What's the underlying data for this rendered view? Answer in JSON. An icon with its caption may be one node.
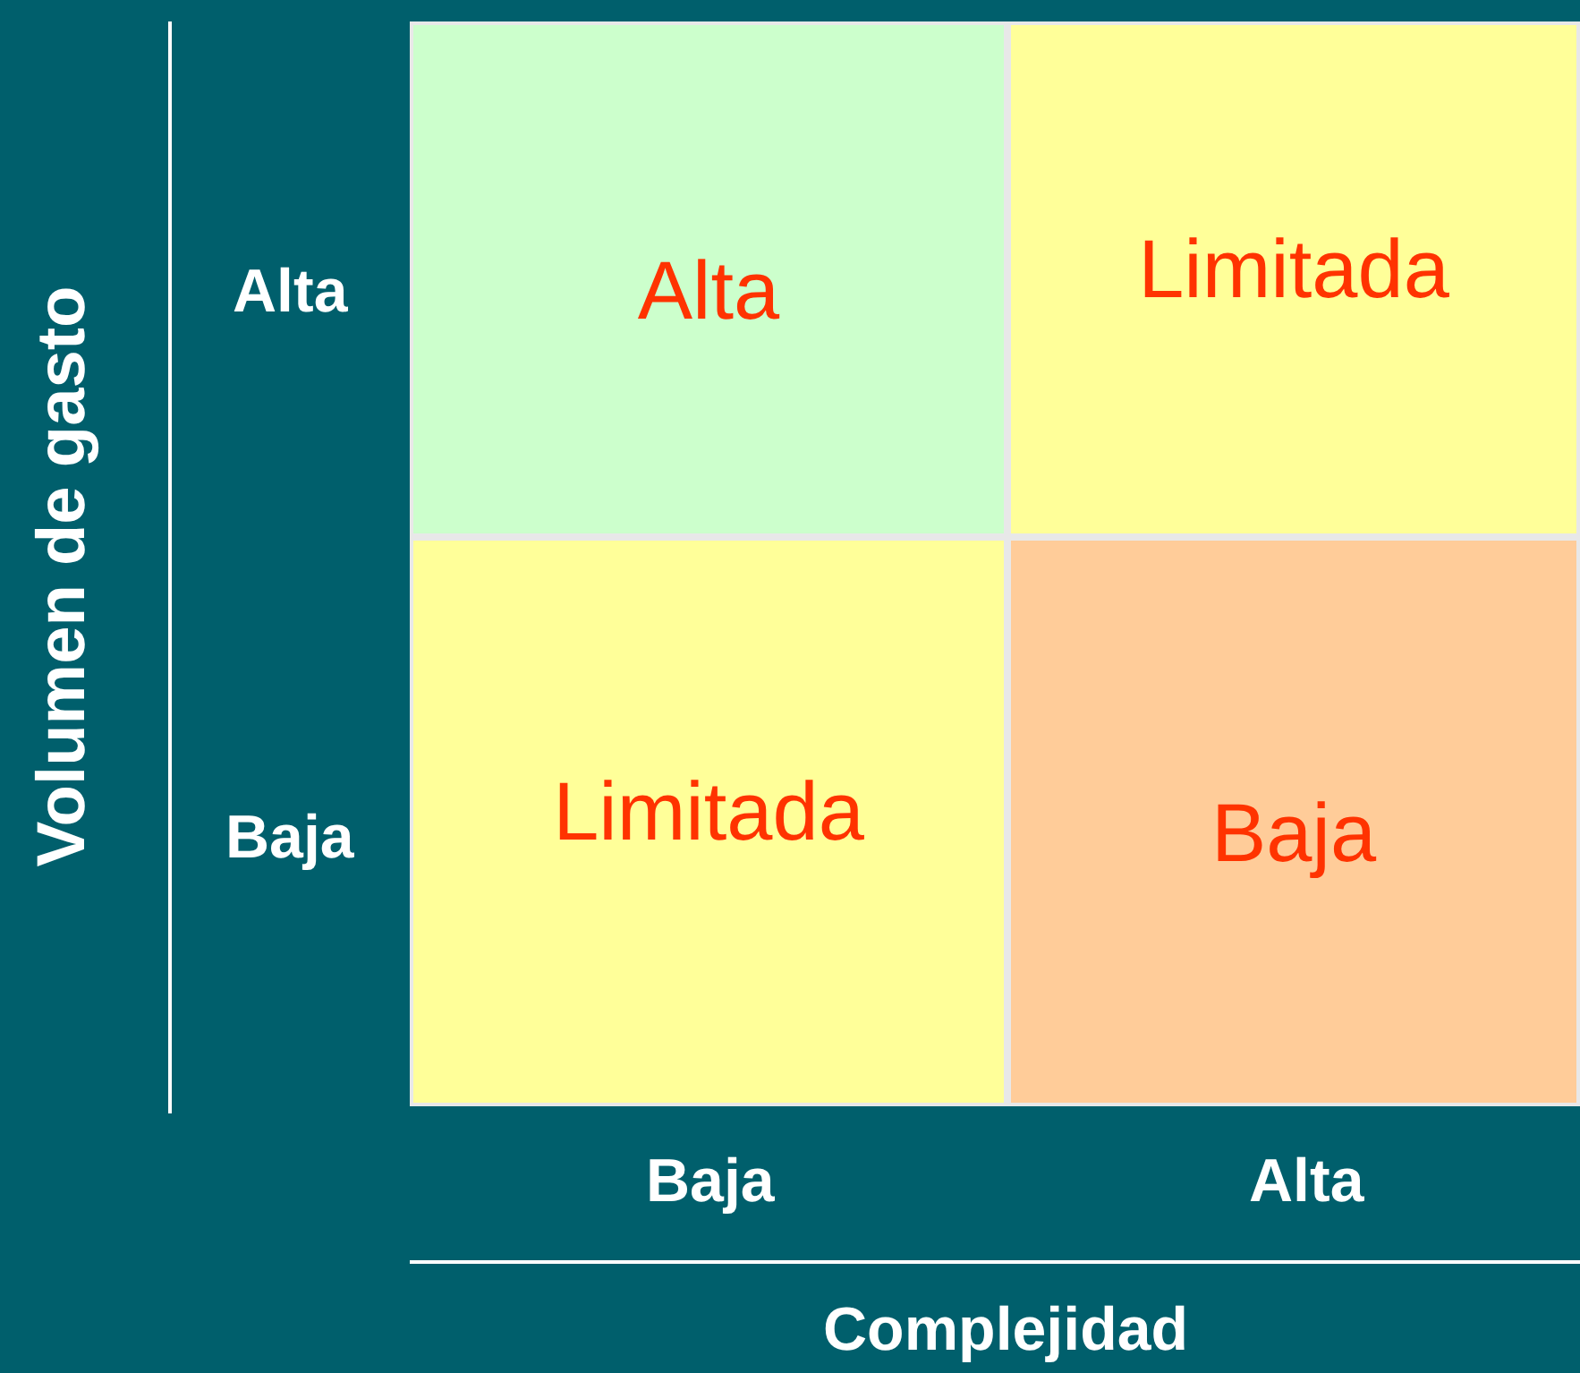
{
  "diagram": {
    "nodes": [
      {
        "text": [
          "Alta"
        ]
      },
      {
        "text": [
          "Limitada"
        ]
      },
      {
        "text": [
          "Limitada"
        ]
      },
      {
        "text": [
          "Baja"
        ]
      }
    ],
    "labels": [
      "Volumen de gasto",
      "Alta",
      "Baja",
      "Baja",
      "Alta",
      "Complejidad"
    ]
  }
}
